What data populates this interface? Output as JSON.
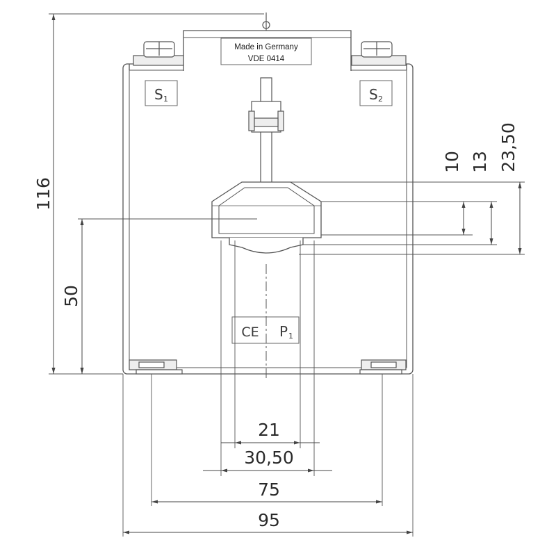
{
  "nameplate": {
    "line1": "Made in Germany",
    "line2": "VDE 0414"
  },
  "terminal_marks": {
    "s1": {
      "letter": "S",
      "sub": "1"
    },
    "s2": {
      "letter": "S",
      "sub": "2"
    },
    "p1": {
      "letter": "P",
      "sub": "1"
    }
  },
  "certification_mark": "CE",
  "dimensions": {
    "overall_height": "116",
    "center_height": "50",
    "window_top_1": "10",
    "window_top_2": "13",
    "window_top_3": "23,50",
    "window_inner_width": "21",
    "window_outer_width": "30,50",
    "foot_spacing": "75",
    "overall_width": "95"
  },
  "colors": {
    "outline": "#555555",
    "dimension_line": "#444444",
    "body_fill": "#ffffff",
    "part_fill": "#eeeeee"
  }
}
